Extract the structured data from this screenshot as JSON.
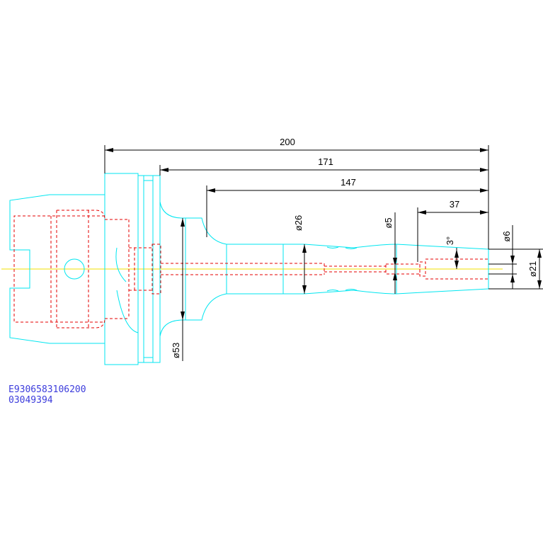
{
  "colors": {
    "outline": "#00e6f0",
    "hidden": "#e60000",
    "center_axis": "#f0e000",
    "dimension": "#000000",
    "code_text": "#3c3cdc"
  },
  "dimensions": {
    "overall_length": "200",
    "length_171": "171",
    "length_147": "147",
    "length_37": "37",
    "dia_26": "ø26",
    "dia_5": "ø5",
    "angle_3": "3°",
    "dia_6": "ø6",
    "dia_21": "ø21",
    "dia_53": "ø53"
  },
  "part_codes": {
    "line1": "E9306583106200",
    "line2": "03049394"
  }
}
